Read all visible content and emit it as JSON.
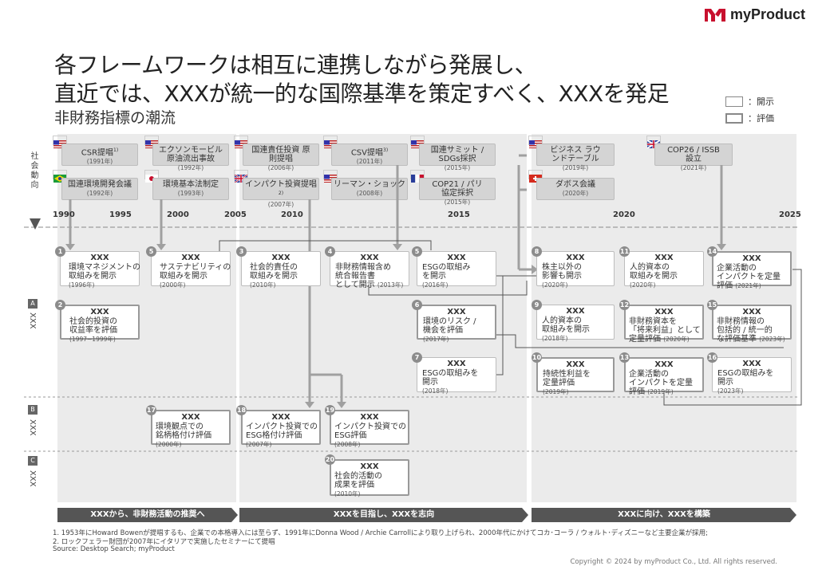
{
  "brand": {
    "name": "myProduct"
  },
  "title": {
    "line1": "各フレームワークは相互に連携しながら発展し、",
    "line2": "直近では、XXXが統一的な国際基準を策定すべく、XXXを発足",
    "sub": "非財務指標の潮流"
  },
  "legend": {
    "disclosure": "：開示",
    "evaluation": "：評価"
  },
  "social_label": "社会動向",
  "years": [
    "1990",
    "1995",
    "2000",
    "2005",
    "2010",
    "2015",
    "2020",
    "2025"
  ],
  "events": [
    {
      "label": "CSR提唱",
      "sup": "1)",
      "year": "(1991年)"
    },
    {
      "label": "国連環境開発会議",
      "year": "(1992年)"
    },
    {
      "label": "エクソンモービル 原油流出事故",
      "year": "(1992年)"
    },
    {
      "label": "環境基本法制定",
      "year": "(1993年)"
    },
    {
      "label": "国連責任投資 原則提唱",
      "year": "(2006年)"
    },
    {
      "label": "インパクト投資提唱",
      "sup": "2)",
      "year": "(2007年)"
    },
    {
      "label": "CSV提唱",
      "sup": "3)",
      "year": "(2011年)"
    },
    {
      "label": "リーマン・ショック",
      "year": "(2008年)"
    },
    {
      "label": "国連サミット / SDGs採択",
      "year": "(2015年)"
    },
    {
      "label": "COP21 / パリ協定採択",
      "year": "(2015年)"
    },
    {
      "label": "ビジネス ラウンドテーブル",
      "year": "(2019年)"
    },
    {
      "label": "ダボス会議",
      "year": "(2020年)"
    },
    {
      "label": "COP26 / ISSB設立",
      "year": "(2021年)"
    }
  ],
  "rows": [
    {
      "badge": "A",
      "label": "XXX"
    },
    {
      "badge": "B",
      "label": "XXX"
    },
    {
      "badge": "C",
      "label": "XXX"
    }
  ],
  "cards": [
    {
      "n": "1",
      "head": "XXX",
      "l1": "環境マネジメントの",
      "l2": "取組みを開示",
      "yr": "(1996年)"
    },
    {
      "n": "2",
      "head": "XXX",
      "l1": "社会的投資の",
      "l2": "収益率を評価",
      "yr": "(1997~1999年)"
    },
    {
      "n": "5",
      "head": "XXX",
      "l1": "サステナビリティの",
      "l2": "取組みを開示",
      "yr": "(2000年)"
    },
    {
      "n": "3",
      "head": "XXX",
      "l1": "社会的責任の",
      "l2": "取組みを開示",
      "yr": "(2010年)"
    },
    {
      "n": "4",
      "head": "XXX",
      "l1": "非財務情報含め",
      "l2": "統合報告書",
      "l3": "として開示",
      "yr": "(2013年)"
    },
    {
      "n": "5",
      "head": "XXX",
      "l1": "ESGの取組み",
      "l2": "を開示",
      "yr": "(2016年)"
    },
    {
      "n": "6",
      "head": "XXX",
      "l1": "環境のリスク /",
      "l2": "機会を評価",
      "yr": "(2017年)"
    },
    {
      "n": "7",
      "head": "XXX",
      "l1": "ESGの取組みを",
      "l2": "開示",
      "yr": "(2018年)"
    },
    {
      "n": "8",
      "head": "XXX",
      "l1": "株主以外の",
      "l2": "影響も開示",
      "yr": "(2020年)"
    },
    {
      "n": "9",
      "head": "XXX",
      "l1": "人的資本の",
      "l2": "取組みを開示",
      "yr": "(2018年)"
    },
    {
      "n": "10",
      "head": "XXX",
      "l1": "持続性利益を",
      "l2": "定量評価",
      "yr": "(2019年)"
    },
    {
      "n": "11",
      "head": "XXX",
      "l1": "人的資本の",
      "l2": "取組みを開示",
      "yr": "(2020年)"
    },
    {
      "n": "12",
      "head": "XXX",
      "l1": "非財務資本を",
      "l2": "「将来利益」として",
      "l3": "定量評価",
      "yr": "(2020年)"
    },
    {
      "n": "13",
      "head": "XXX",
      "l1": "企業活動の",
      "l2": "インパクトを定量",
      "l3": "評価",
      "yr": "(2019年)"
    },
    {
      "n": "14",
      "head": "XXX",
      "l1": "企業活動の",
      "l2": "インパクトを定量",
      "l3": "評価",
      "yr": "(2021年)"
    },
    {
      "n": "15",
      "head": "XXX",
      "l1": "非財務情報の",
      "l2": "包括的 / 統一的",
      "l3": "な評価基準",
      "yr": "(2023年)"
    },
    {
      "n": "16",
      "head": "XXX",
      "l1": "ESGの取組みを",
      "l2": "開示",
      "yr": "(2023年)"
    },
    {
      "n": "17",
      "head": "XXX",
      "l1": "環境観点での",
      "l2": "銘柄格付け評価",
      "yr": "(2000年)"
    },
    {
      "n": "18",
      "head": "XXX",
      "l1": "インパクト投資での",
      "l2": "ESG格付け評価",
      "yr": "(2007年)"
    },
    {
      "n": "19",
      "head": "XXX",
      "l1": "インパクト投資での",
      "l2": "ESG評価",
      "yr": "(2008年)"
    },
    {
      "n": "20",
      "head": "XXX",
      "l1": "社会的活動の",
      "l2": "成果を評価",
      "yr": "(2010年)"
    }
  ],
  "phases": [
    "XXXから、非財務活動の推奨へ",
    "XXXを目指し、XXXを志向",
    "XXXに向け、XXXを構築"
  ],
  "footnotes": [
    "1. 1953年にHoward Bowenが提唱するも、企業での本格導入には至らず、1991年にDonna Wood / Archie Carrollにより取り上げられ、2000年代にかけてコカ･コーラ / ウォルト･ディズニーなど主要企業が採用;",
    "2. ロックフェラー財団が2007年にイタリアで実施したセミナーにて提唱",
    "Source: Desktop Search; myProduct"
  ],
  "copyright": "Copyright © 2024 by myProduct Co., Ltd.  All rights reserved.",
  "colors": {
    "band": "#ebebeb",
    "event": "#d4d4d4",
    "phase": "#555555",
    "num": "#8c8c8c",
    "brand": "#c8102e"
  }
}
